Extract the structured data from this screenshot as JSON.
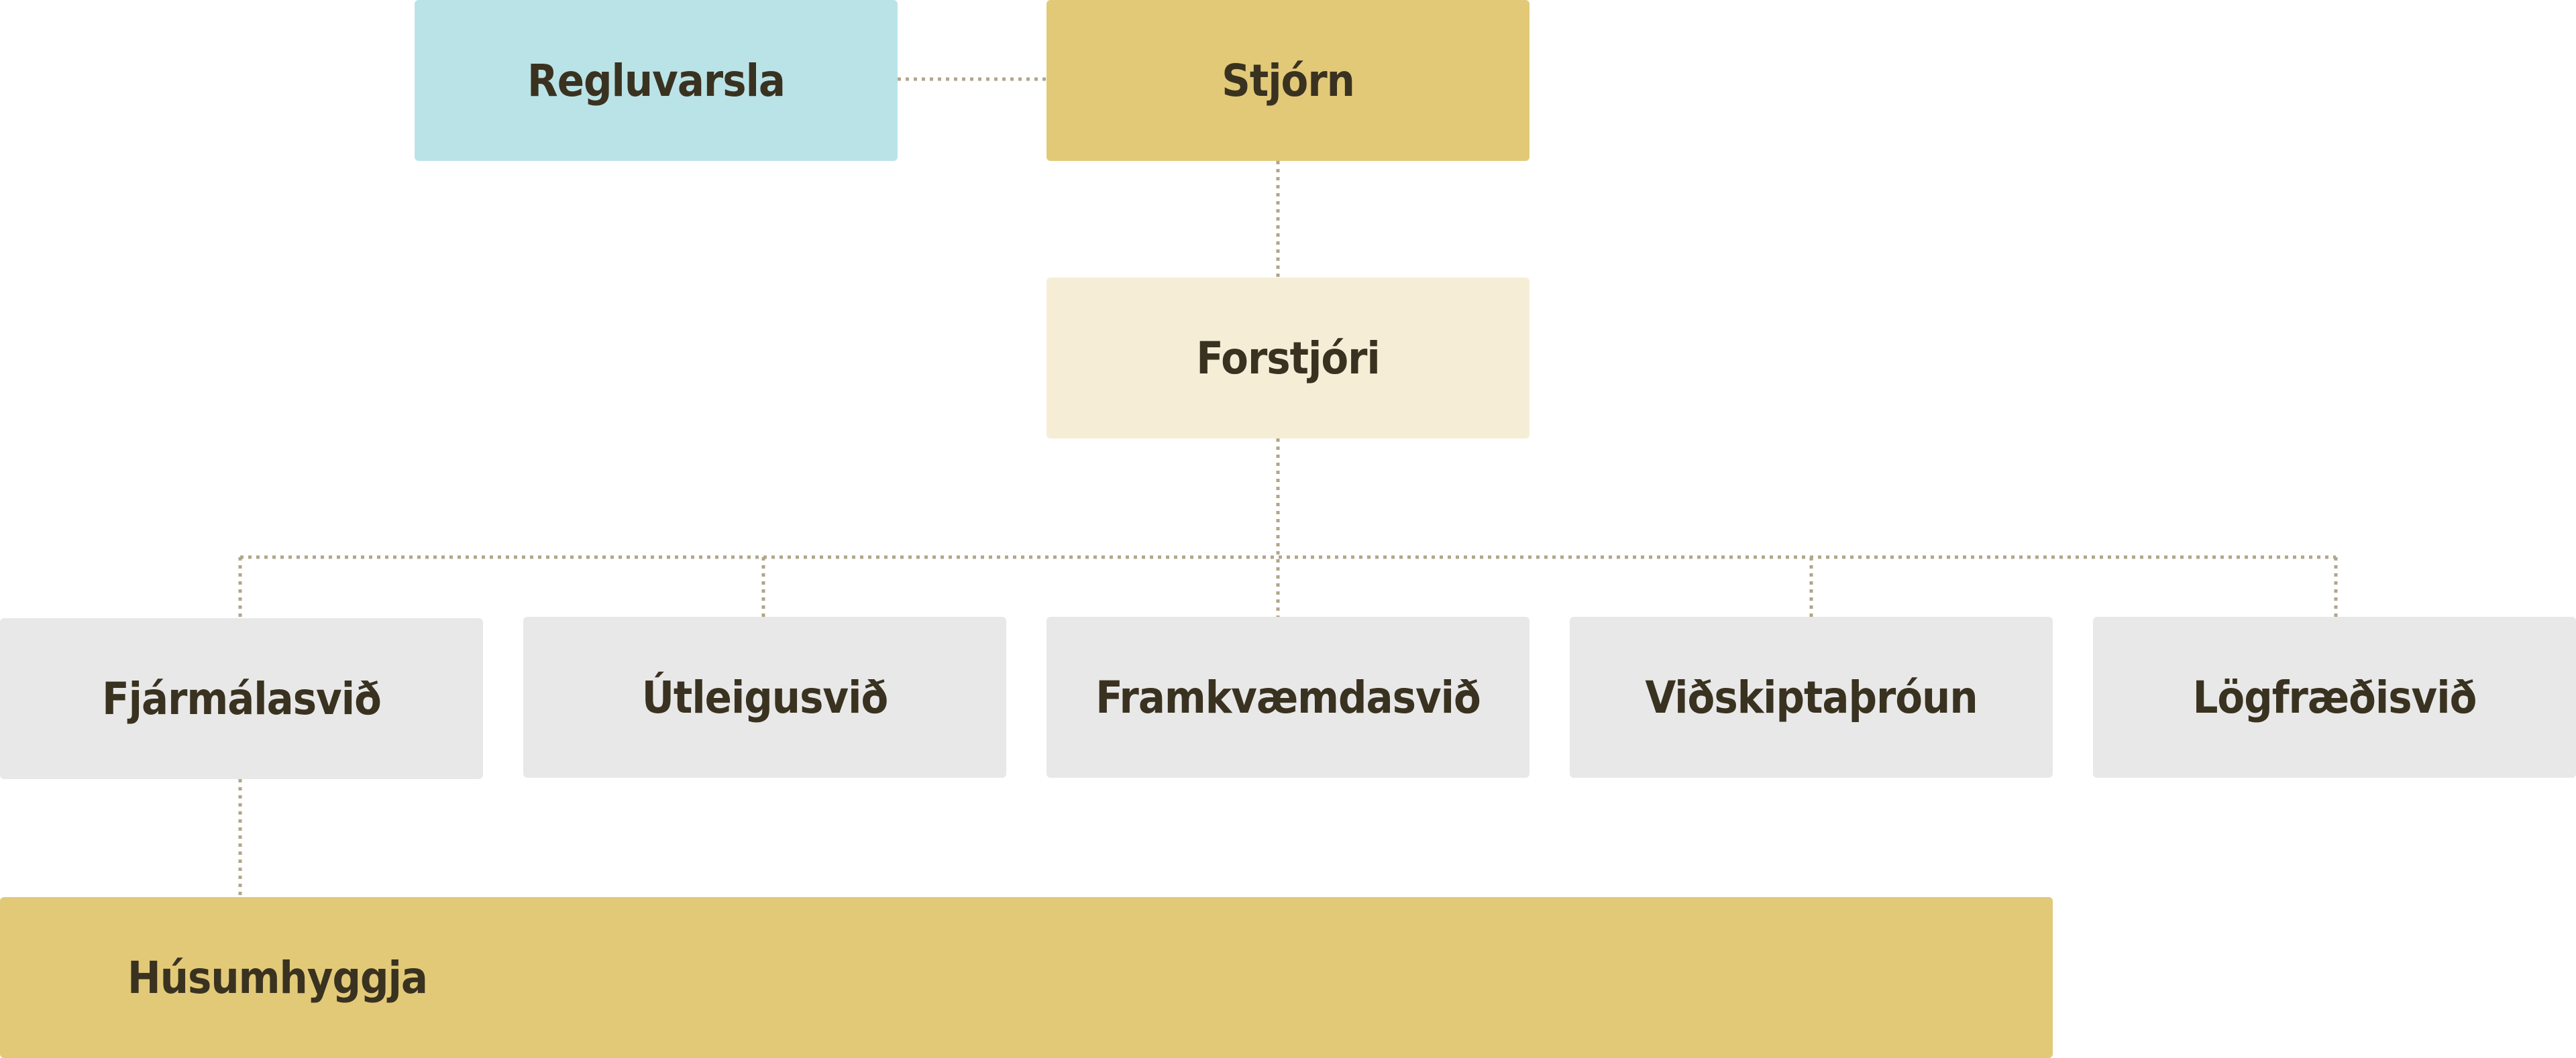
{
  "chart": {
    "compliance": "Regluvarsla",
    "board": "Stjórn",
    "ceo": "Forstjóri",
    "divisions": [
      "Fjármálasvið",
      "Útleigusvið",
      "Framkvæmdasvið",
      "Viðskiptaþróun",
      "Lögfræðisvið"
    ],
    "sub_unit": "Húsumhyggja"
  },
  "colors": {
    "board": "#e2c978",
    "compliance": "#bae3e8",
    "ceo": "#f5edd6",
    "division": "#e8e8e8",
    "sub_unit": "#e2c978",
    "text": "#3a3220",
    "connector": "#b0a68a"
  }
}
